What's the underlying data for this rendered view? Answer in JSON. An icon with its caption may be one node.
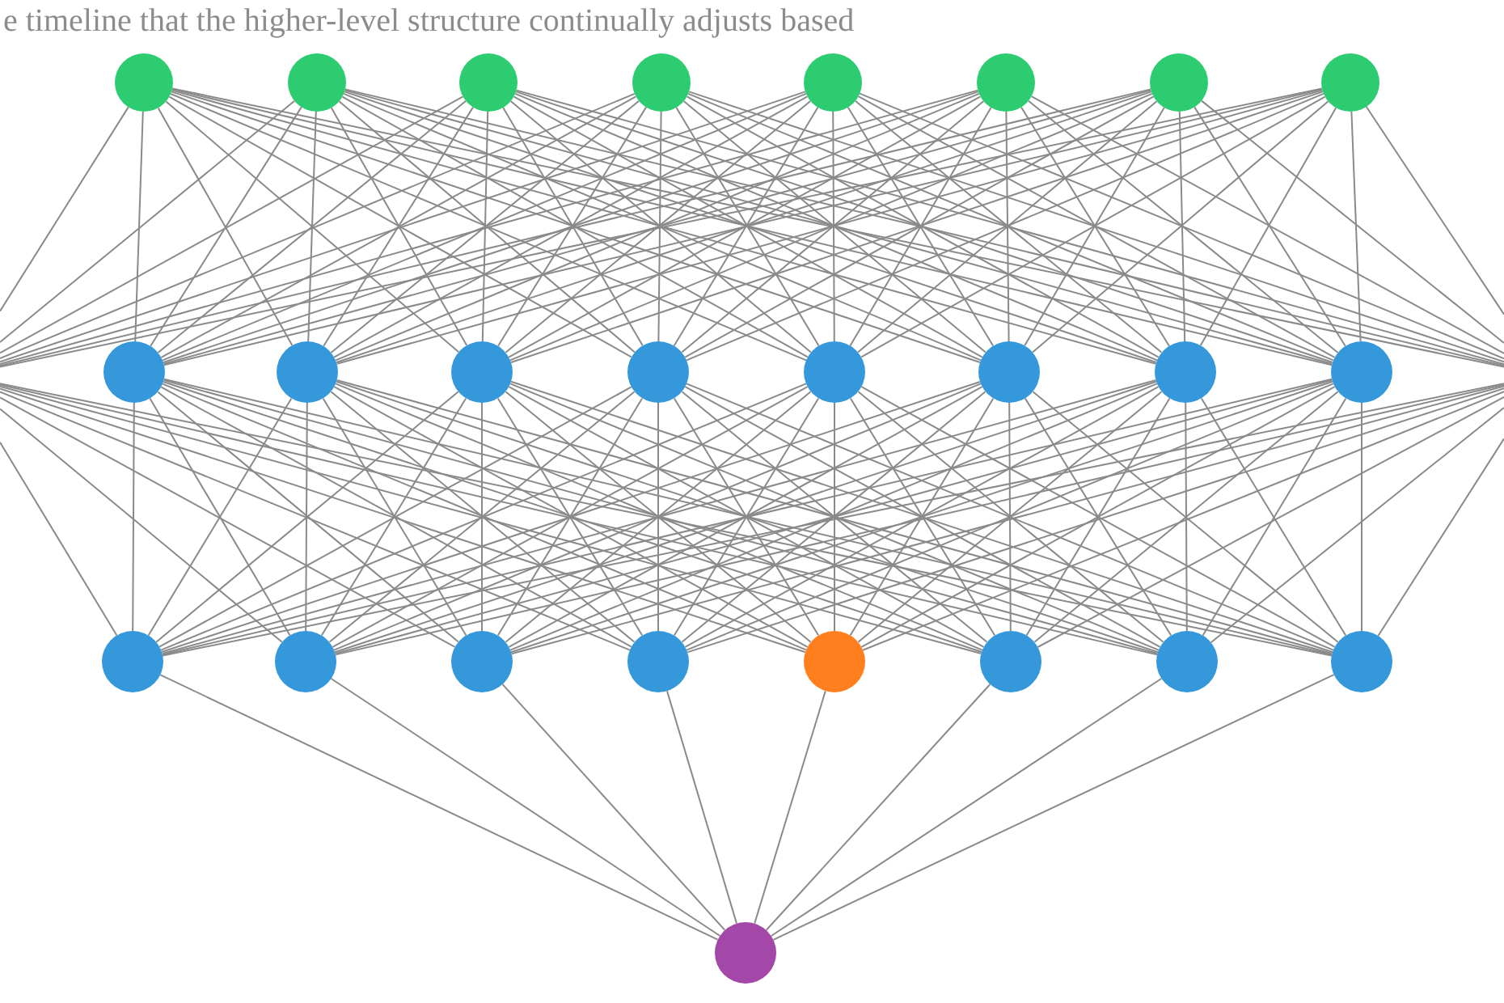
{
  "diagram": {
    "nodes": [
      {
        "text": [],
        "shape": "circle"
      },
      {
        "text": [],
        "shape": "circle"
      },
      {
        "text": [],
        "shape": "circle"
      },
      {
        "text": [],
        "shape": "circle"
      },
      {
        "text": [],
        "shape": "circle"
      },
      {
        "text": [],
        "shape": "circle"
      },
      {
        "text": [],
        "shape": "circle"
      },
      {
        "text": [],
        "shape": "circle"
      },
      {
        "text": [],
        "shape": "circle"
      },
      {
        "text": [],
        "shape": "circle"
      },
      {
        "text": [],
        "shape": "circle"
      },
      {
        "text": [],
        "shape": "circle"
      },
      {
        "text": [],
        "shape": "circle"
      },
      {
        "text": [],
        "shape": "circle"
      },
      {
        "text": [],
        "shape": "circle"
      },
      {
        "text": [],
        "shape": "circle"
      },
      {
        "text": [],
        "shape": "circle"
      },
      {
        "text": [],
        "shape": "circle"
      },
      {
        "text": [],
        "shape": "circle"
      },
      {
        "text": [],
        "shape": "circle"
      },
      {
        "text": [],
        "shape": "circle"
      },
      {
        "text": [],
        "shape": "circle"
      },
      {
        "text": [],
        "shape": "circle"
      },
      {
        "text": [],
        "shape": "circle"
      },
      {
        "text": [],
        "shape": "circle"
      }
    ],
    "edges": [
      {
        "from": 0,
        "to": 8,
        "arrow": "none"
      },
      {
        "from": 0,
        "to": 9,
        "arrow": "none"
      },
      {
        "from": 0,
        "to": 10,
        "arrow": "none"
      },
      {
        "from": 0,
        "to": 11,
        "arrow": "none"
      },
      {
        "from": 0,
        "to": 12,
        "arrow": "none"
      },
      {
        "from": 0,
        "to": 13,
        "arrow": "none"
      },
      {
        "from": 0,
        "to": 14,
        "arrow": "none"
      },
      {
        "from": 0,
        "to": 15,
        "arrow": "none"
      },
      {
        "from": 1,
        "to": 8,
        "arrow": "none"
      },
      {
        "from": 1,
        "to": 9,
        "arrow": "none"
      },
      {
        "from": 1,
        "to": 10,
        "arrow": "none"
      },
      {
        "from": 1,
        "to": 11,
        "arrow": "none"
      },
      {
        "from": 1,
        "to": 12,
        "arrow": "none"
      },
      {
        "from": 1,
        "to": 13,
        "arrow": "none"
      },
      {
        "from": 1,
        "to": 14,
        "arrow": "none"
      },
      {
        "from": 1,
        "to": 15,
        "arrow": "none"
      },
      {
        "from": 2,
        "to": 8,
        "arrow": "none"
      },
      {
        "from": 2,
        "to": 9,
        "arrow": "none"
      },
      {
        "from": 2,
        "to": 10,
        "arrow": "none"
      },
      {
        "from": 2,
        "to": 11,
        "arrow": "none"
      },
      {
        "from": 2,
        "to": 12,
        "arrow": "none"
      },
      {
        "from": 2,
        "to": 13,
        "arrow": "none"
      },
      {
        "from": 2,
        "to": 14,
        "arrow": "none"
      },
      {
        "from": 2,
        "to": 15,
        "arrow": "none"
      },
      {
        "from": 3,
        "to": 8,
        "arrow": "none"
      },
      {
        "from": 3,
        "to": 9,
        "arrow": "none"
      },
      {
        "from": 3,
        "to": 10,
        "arrow": "none"
      },
      {
        "from": 3,
        "to": 11,
        "arrow": "none"
      },
      {
        "from": 3,
        "to": 12,
        "arrow": "none"
      },
      {
        "from": 3,
        "to": 13,
        "arrow": "none"
      },
      {
        "from": 3,
        "to": 14,
        "arrow": "none"
      },
      {
        "from": 3,
        "to": 15,
        "arrow": "none"
      },
      {
        "from": 4,
        "to": 8,
        "arrow": "none"
      },
      {
        "from": 4,
        "to": 9,
        "arrow": "none"
      },
      {
        "from": 4,
        "to": 10,
        "arrow": "none"
      },
      {
        "from": 4,
        "to": 11,
        "arrow": "none"
      },
      {
        "from": 4,
        "to": 12,
        "arrow": "none"
      },
      {
        "from": 4,
        "to": 13,
        "arrow": "none"
      },
      {
        "from": 4,
        "to": 14,
        "arrow": "none"
      },
      {
        "from": 4,
        "to": 15,
        "arrow": "none"
      },
      {
        "from": 5,
        "to": 8,
        "arrow": "none"
      },
      {
        "from": 5,
        "to": 9,
        "arrow": "none"
      },
      {
        "from": 5,
        "to": 10,
        "arrow": "none"
      },
      {
        "from": 5,
        "to": 11,
        "arrow": "none"
      },
      {
        "from": 5,
        "to": 12,
        "arrow": "none"
      },
      {
        "from": 5,
        "to": 13,
        "arrow": "none"
      },
      {
        "from": 5,
        "to": 14,
        "arrow": "none"
      },
      {
        "from": 5,
        "to": 15,
        "arrow": "none"
      },
      {
        "from": 6,
        "to": 8,
        "arrow": "none"
      },
      {
        "from": 6,
        "to": 9,
        "arrow": "none"
      },
      {
        "from": 6,
        "to": 10,
        "arrow": "none"
      },
      {
        "from": 6,
        "to": 11,
        "arrow": "none"
      },
      {
        "from": 6,
        "to": 12,
        "arrow": "none"
      },
      {
        "from": 6,
        "to": 13,
        "arrow": "none"
      },
      {
        "from": 6,
        "to": 14,
        "arrow": "none"
      },
      {
        "from": 6,
        "to": 15,
        "arrow": "none"
      },
      {
        "from": 7,
        "to": 8,
        "arrow": "none"
      },
      {
        "from": 7,
        "to": 9,
        "arrow": "none"
      },
      {
        "from": 7,
        "to": 10,
        "arrow": "none"
      },
      {
        "from": 7,
        "to": 11,
        "arrow": "none"
      },
      {
        "from": 7,
        "to": 12,
        "arrow": "none"
      },
      {
        "from": 7,
        "to": 13,
        "arrow": "none"
      },
      {
        "from": 7,
        "to": 14,
        "arrow": "none"
      },
      {
        "from": 7,
        "to": 15,
        "arrow": "none"
      },
      {
        "from": 8,
        "to": 16,
        "arrow": "none"
      },
      {
        "from": 8,
        "to": 17,
        "arrow": "none"
      },
      {
        "from": 8,
        "to": 18,
        "arrow": "none"
      },
      {
        "from": 8,
        "to": 19,
        "arrow": "none"
      },
      {
        "from": 8,
        "to": 20,
        "arrow": "none"
      },
      {
        "from": 8,
        "to": 21,
        "arrow": "none"
      },
      {
        "from": 8,
        "to": 22,
        "arrow": "none"
      },
      {
        "from": 8,
        "to": 23,
        "arrow": "none"
      },
      {
        "from": 9,
        "to": 16,
        "arrow": "none"
      },
      {
        "from": 9,
        "to": 17,
        "arrow": "none"
      },
      {
        "from": 9,
        "to": 18,
        "arrow": "none"
      },
      {
        "from": 9,
        "to": 19,
        "arrow": "none"
      },
      {
        "from": 9,
        "to": 20,
        "arrow": "none"
      },
      {
        "from": 9,
        "to": 21,
        "arrow": "none"
      },
      {
        "from": 9,
        "to": 22,
        "arrow": "none"
      },
      {
        "from": 9,
        "to": 23,
        "arrow": "none"
      },
      {
        "from": 10,
        "to": 16,
        "arrow": "none"
      },
      {
        "from": 10,
        "to": 17,
        "arrow": "none"
      },
      {
        "from": 10,
        "to": 18,
        "arrow": "none"
      },
      {
        "from": 10,
        "to": 19,
        "arrow": "none"
      },
      {
        "from": 10,
        "to": 20,
        "arrow": "none"
      },
      {
        "from": 10,
        "to": 21,
        "arrow": "none"
      },
      {
        "from": 10,
        "to": 22,
        "arrow": "none"
      },
      {
        "from": 10,
        "to": 23,
        "arrow": "none"
      },
      {
        "from": 11,
        "to": 16,
        "arrow": "none"
      },
      {
        "from": 11,
        "to": 17,
        "arrow": "none"
      },
      {
        "from": 11,
        "to": 18,
        "arrow": "none"
      },
      {
        "from": 11,
        "to": 19,
        "arrow": "none"
      },
      {
        "from": 11,
        "to": 20,
        "arrow": "none"
      },
      {
        "from": 11,
        "to": 21,
        "arrow": "none"
      },
      {
        "from": 11,
        "to": 22,
        "arrow": "none"
      },
      {
        "from": 11,
        "to": 23,
        "arrow": "none"
      },
      {
        "from": 12,
        "to": 16,
        "arrow": "none"
      },
      {
        "from": 12,
        "to": 17,
        "arrow": "none"
      },
      {
        "from": 12,
        "to": 18,
        "arrow": "none"
      },
      {
        "from": 12,
        "to": 19,
        "arrow": "none"
      },
      {
        "from": 12,
        "to": 20,
        "arrow": "none"
      },
      {
        "from": 12,
        "to": 21,
        "arrow": "none"
      },
      {
        "from": 12,
        "to": 22,
        "arrow": "none"
      },
      {
        "from": 12,
        "to": 23,
        "arrow": "none"
      },
      {
        "from": 13,
        "to": 16,
        "arrow": "none"
      },
      {
        "from": 13,
        "to": 17,
        "arrow": "none"
      },
      {
        "from": 13,
        "to": 18,
        "arrow": "none"
      },
      {
        "from": 13,
        "to": 19,
        "arrow": "none"
      },
      {
        "from": 13,
        "to": 20,
        "arrow": "none"
      },
      {
        "from": 13,
        "to": 21,
        "arrow": "none"
      },
      {
        "from": 13,
        "to": 22,
        "arrow": "none"
      },
      {
        "from": 13,
        "to": 23,
        "arrow": "none"
      },
      {
        "from": 14,
        "to": 16,
        "arrow": "none"
      },
      {
        "from": 14,
        "to": 17,
        "arrow": "none"
      },
      {
        "from": 14,
        "to": 18,
        "arrow": "none"
      },
      {
        "from": 14,
        "to": 19,
        "arrow": "none"
      },
      {
        "from": 14,
        "to": 20,
        "arrow": "none"
      },
      {
        "from": 14,
        "to": 21,
        "arrow": "none"
      },
      {
        "from": 14,
        "to": 22,
        "arrow": "none"
      },
      {
        "from": 14,
        "to": 23,
        "arrow": "none"
      },
      {
        "from": 15,
        "to": 16,
        "arrow": "none"
      },
      {
        "from": 15,
        "to": 17,
        "arrow": "none"
      },
      {
        "from": 15,
        "to": 18,
        "arrow": "none"
      },
      {
        "from": 15,
        "to": 19,
        "arrow": "none"
      },
      {
        "from": 15,
        "to": 20,
        "arrow": "none"
      },
      {
        "from": 15,
        "to": 21,
        "arrow": "none"
      },
      {
        "from": 15,
        "to": 22,
        "arrow": "none"
      },
      {
        "from": 15,
        "to": 23,
        "arrow": "none"
      },
      {
        "from": 16,
        "to": 24,
        "arrow": "none"
      },
      {
        "from": 17,
        "to": 24,
        "arrow": "none"
      },
      {
        "from": 18,
        "to": 24,
        "arrow": "none"
      },
      {
        "from": 19,
        "to": 24,
        "arrow": "none"
      },
      {
        "from": 20,
        "to": 24,
        "arrow": "none"
      },
      {
        "from": 21,
        "to": 24,
        "arrow": "none"
      },
      {
        "from": 22,
        "to": 24,
        "arrow": "none"
      },
      {
        "from": 23,
        "to": 24,
        "arrow": "none"
      },
      {
        "from": null,
        "to": 0,
        "arrow": "none"
      },
      {
        "from": null,
        "to": 1,
        "arrow": "none"
      },
      {
        "from": null,
        "to": 2,
        "arrow": "none"
      },
      {
        "from": null,
        "to": 3,
        "arrow": "none"
      },
      {
        "from": null,
        "to": 4,
        "arrow": "none"
      },
      {
        "from": null,
        "to": 5,
        "arrow": "none"
      },
      {
        "from": null,
        "to": 6,
        "arrow": "none"
      },
      {
        "from": null,
        "to": 7,
        "arrow": "none"
      },
      {
        "from": null,
        "to": 16,
        "arrow": "none"
      },
      {
        "from": null,
        "to": 17,
        "arrow": "none"
      },
      {
        "from": null,
        "to": 18,
        "arrow": "none"
      },
      {
        "from": null,
        "to": 19,
        "arrow": "none"
      },
      {
        "from": null,
        "to": 20,
        "arrow": "none"
      },
      {
        "from": null,
        "to": 21,
        "arrow": "none"
      },
      {
        "from": null,
        "to": 22,
        "arrow": "none"
      },
      {
        "from": null,
        "to": 23,
        "arrow": "none"
      },
      {
        "from": null,
        "to": 0,
        "arrow": "none"
      },
      {
        "from": null,
        "to": 1,
        "arrow": "none"
      },
      {
        "from": null,
        "to": 2,
        "arrow": "none"
      },
      {
        "from": null,
        "to": 3,
        "arrow": "none"
      },
      {
        "from": null,
        "to": 4,
        "arrow": "none"
      },
      {
        "from": null,
        "to": 5,
        "arrow": "none"
      },
      {
        "from": null,
        "to": 6,
        "arrow": "none"
      },
      {
        "from": null,
        "to": 7,
        "arrow": "none"
      },
      {
        "from": null,
        "to": 16,
        "arrow": "none"
      },
      {
        "from": null,
        "to": 17,
        "arrow": "none"
      },
      {
        "from": null,
        "to": 18,
        "arrow": "none"
      },
      {
        "from": null,
        "to": 19,
        "arrow": "none"
      },
      {
        "from": null,
        "to": 20,
        "arrow": "none"
      },
      {
        "from": null,
        "to": 21,
        "arrow": "none"
      },
      {
        "from": null,
        "to": 22,
        "arrow": "none"
      },
      {
        "from": null,
        "to": 23,
        "arrow": "none"
      }
    ],
    "labels": [
      "e timeline that the higher-level structure continually adjusts based"
    ]
  }
}
